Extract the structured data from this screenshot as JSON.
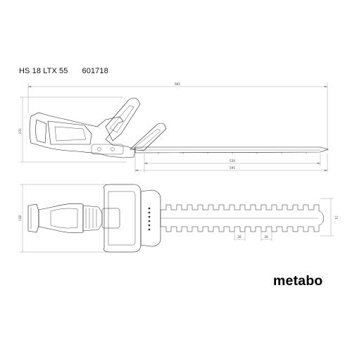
{
  "header": {
    "model": "HS 18 LTX 55",
    "article_number": "601718"
  },
  "dimensions": {
    "overall_length": "985",
    "cutting_length": "530",
    "blade_length": "595",
    "side_height": "231",
    "top_width": "138",
    "tooth_spacing": "28",
    "tooth_width": "28",
    "blade_height": "74"
  },
  "brand": {
    "logo_text": "metabo"
  }
}
